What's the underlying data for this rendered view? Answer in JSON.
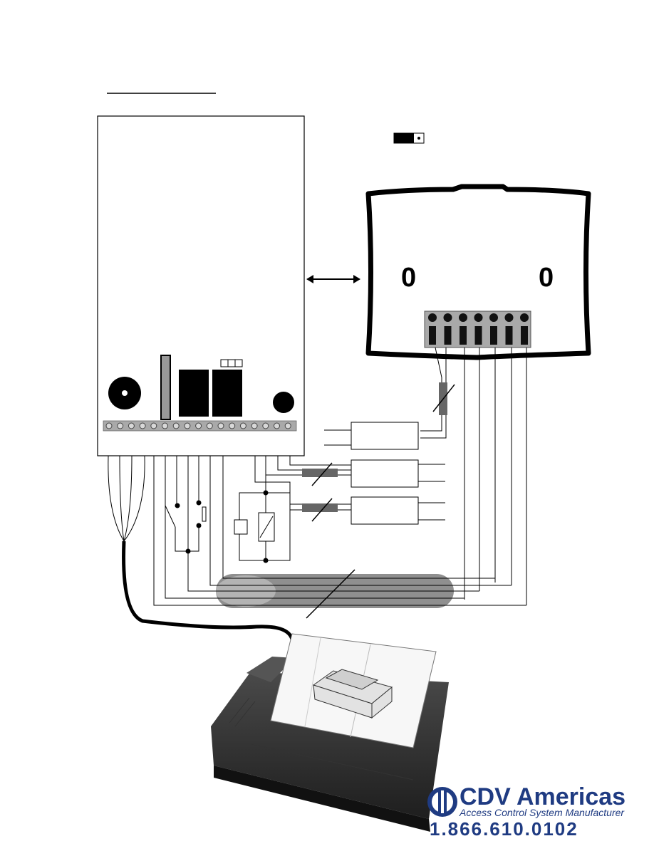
{
  "reader": {
    "left_digit": "0",
    "right_digit": "0"
  },
  "logo": {
    "company": "CDV Americas",
    "tagline": "Access Control System Manufacturer",
    "phone": "1.866.610.0102"
  },
  "colors": {
    "line": "#000000",
    "cable_bundle": "#8f8f8f",
    "connector": "#666666",
    "terminal": "#a9a9a9",
    "brand": "#1f3b82"
  },
  "icons": [
    "buzzer-icon",
    "led-icon",
    "relay-icon",
    "switch-icon",
    "printer-icon",
    "jumper-icon"
  ]
}
